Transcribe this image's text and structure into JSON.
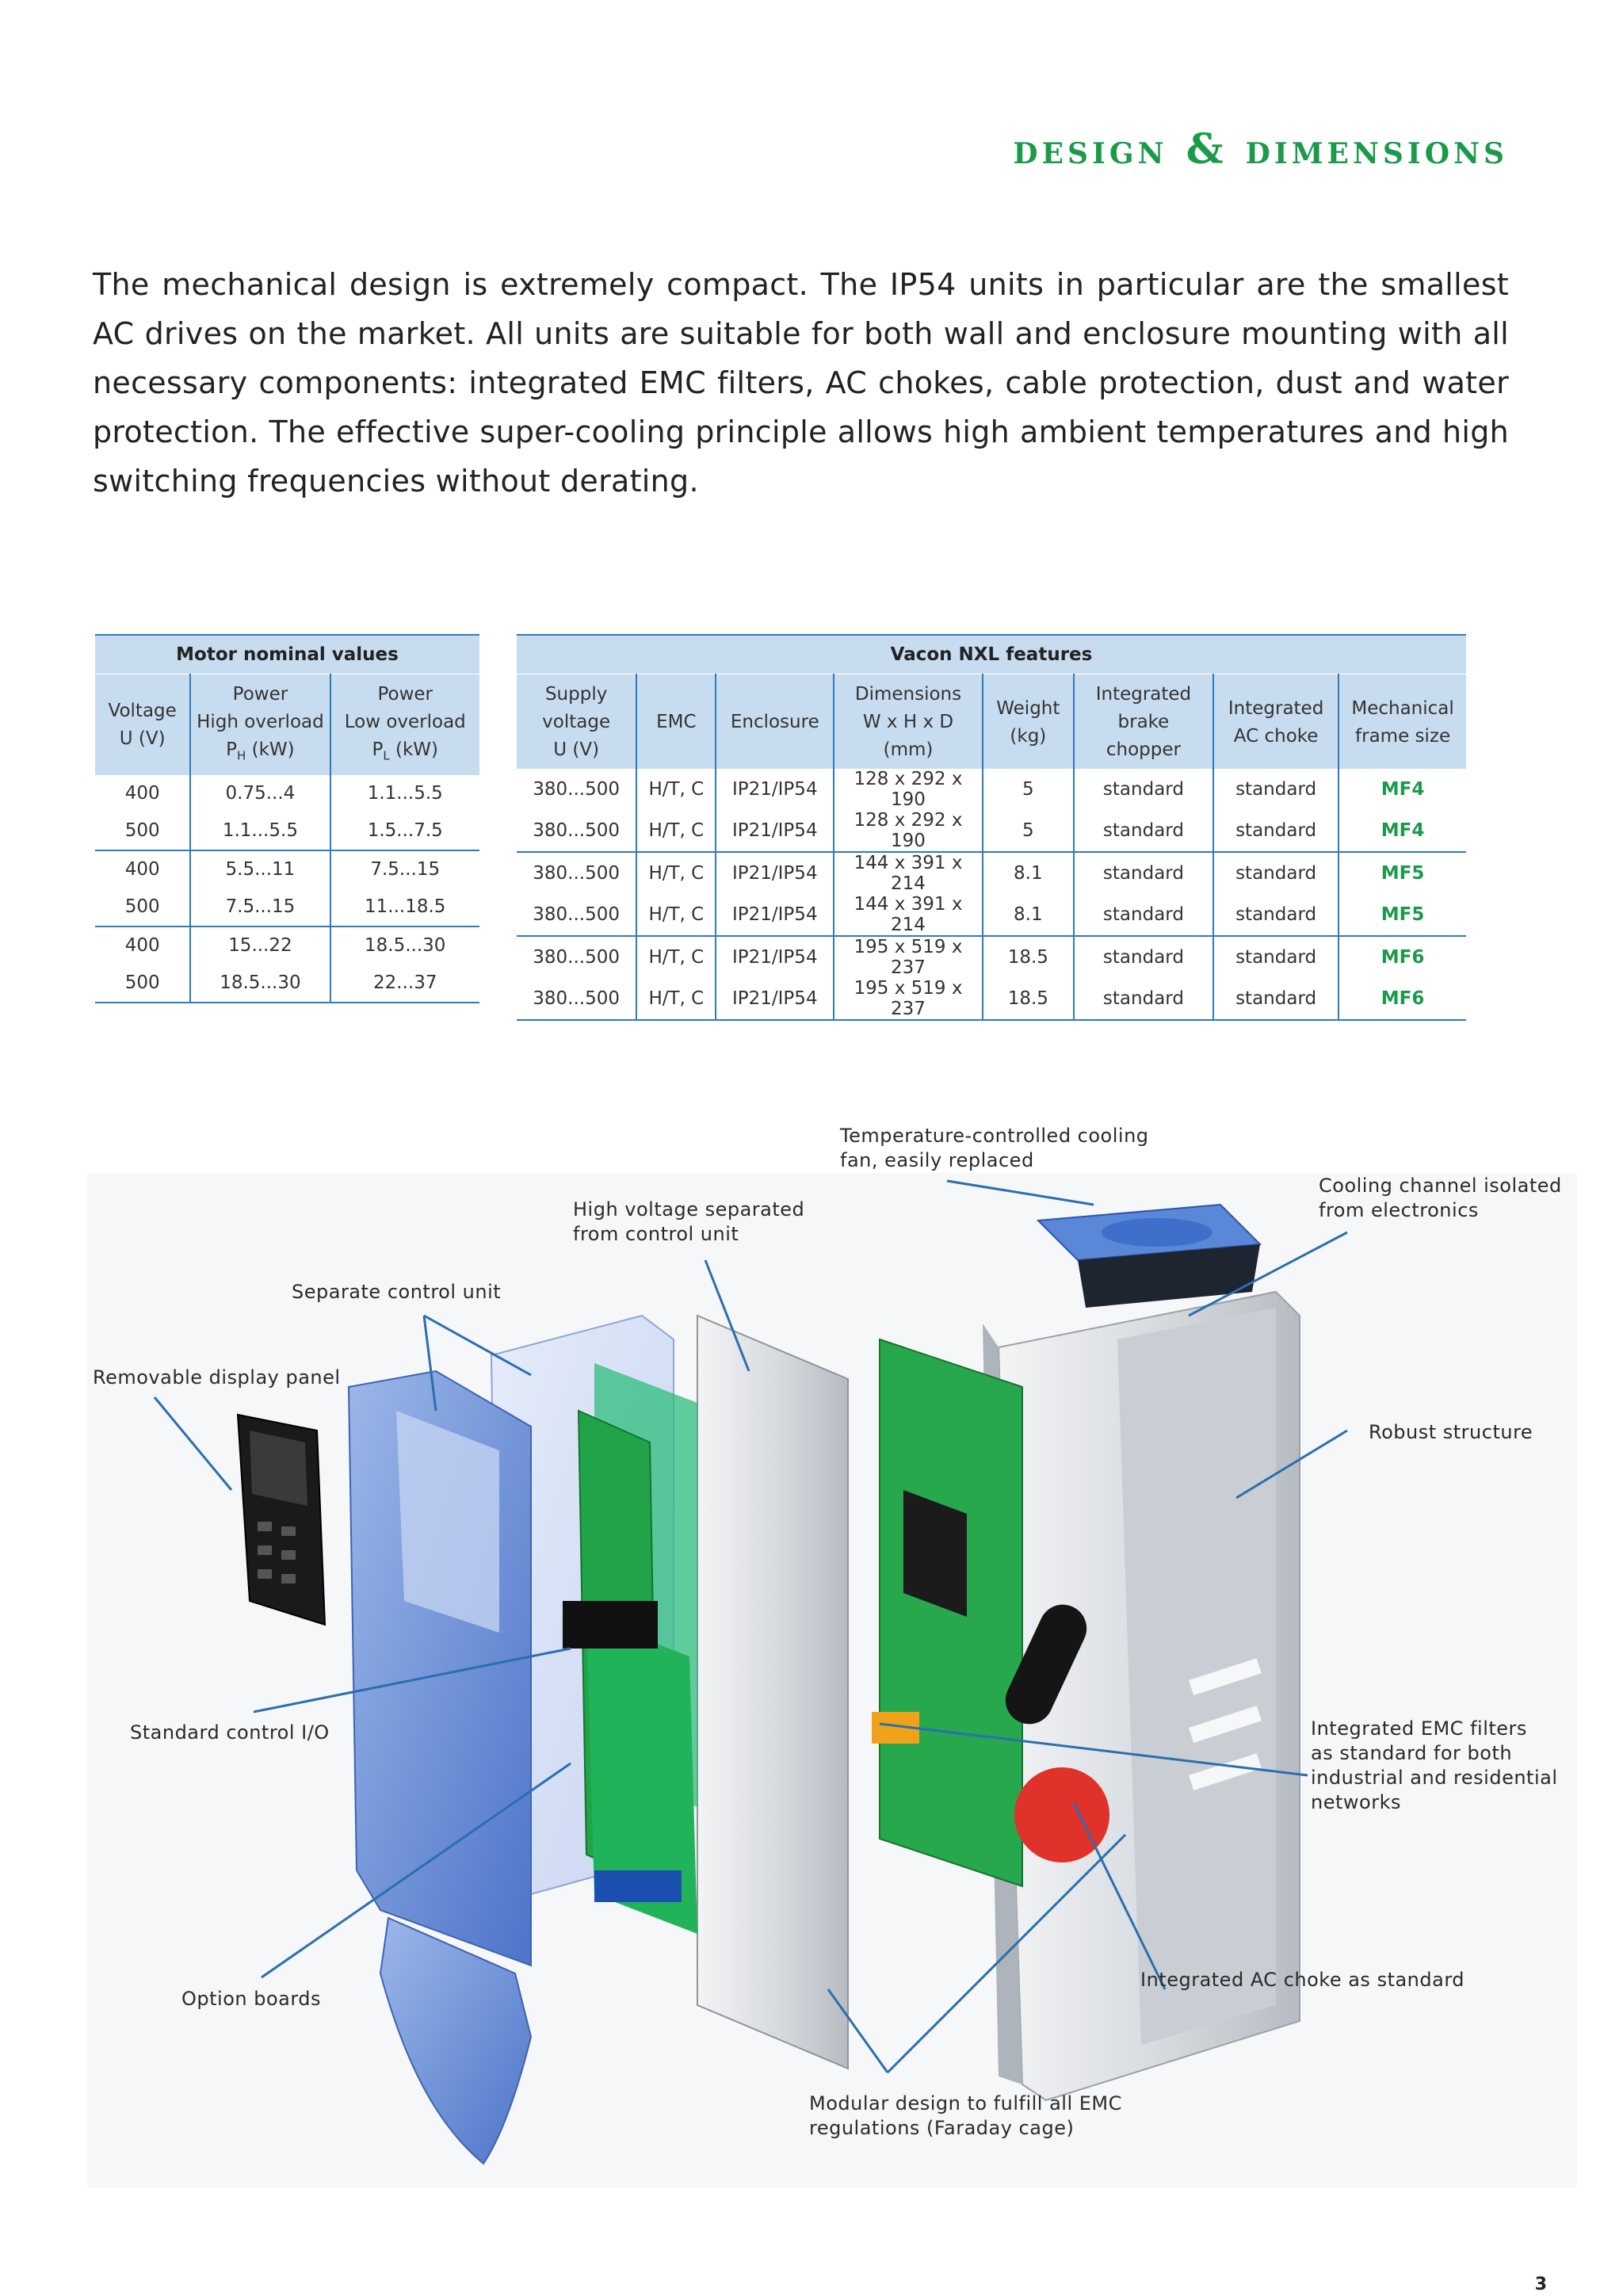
{
  "heading": "design & dimensions",
  "intro": "The mechanical design is extremely compact. The IP54 units in particular are the smallest AC drives on the market. All units are suitable for both wall and enclosure mounting with all necessary components: integrated EMC filters, AC chokes, cable protection, dust and water protection. The effective super-cooling principle allows high ambient temperatures and high switching frequencies without derating.",
  "motor_table": {
    "title": "Motor nominal values",
    "headers": {
      "voltage": [
        "Voltage",
        "U (V)"
      ],
      "power_high": [
        "Power",
        "High overload",
        "P",
        "H",
        " (kW)"
      ],
      "power_low": [
        "Power",
        "Low overload",
        "P",
        "L",
        " (kW)"
      ]
    },
    "rows": [
      [
        "400",
        "0.75...4",
        "1.1...5.5"
      ],
      [
        "500",
        "1.1...5.5",
        "1.5...7.5"
      ],
      [
        "400",
        "5.5...11",
        "7.5...15"
      ],
      [
        "500",
        "7.5...15",
        "11...18.5"
      ],
      [
        "400",
        "15...22",
        "18.5...30"
      ],
      [
        "500",
        "18.5...30",
        "22...37"
      ]
    ]
  },
  "nxl_table": {
    "title": "Vacon NXL features",
    "headers": [
      [
        "Supply",
        "voltage",
        "U (V)"
      ],
      [
        "EMC"
      ],
      [
        "Enclosure"
      ],
      [
        "Dimensions",
        "W x H x D (mm)"
      ],
      [
        "Weight",
        "(kg)"
      ],
      [
        "Integrated",
        "brake chopper"
      ],
      [
        "Integrated",
        "AC choke"
      ],
      [
        "Mechanical",
        "frame size"
      ]
    ],
    "rows": [
      [
        "380...500",
        "H/T, C",
        "IP21/IP54",
        "128 x 292 x 190",
        "5",
        "standard",
        "standard",
        "MF4"
      ],
      [
        "380...500",
        "H/T, C",
        "IP21/IP54",
        "128 x 292 x 190",
        "5",
        "standard",
        "standard",
        "MF4"
      ],
      [
        "380...500",
        "H/T, C",
        "IP21/IP54",
        "144 x 391 x 214",
        "8.1",
        "standard",
        "standard",
        "MF5"
      ],
      [
        "380...500",
        "H/T, C",
        "IP21/IP54",
        "144 x 391 x 214",
        "8.1",
        "standard",
        "standard",
        "MF5"
      ],
      [
        "380...500",
        "H/T, C",
        "IP21/IP54",
        "195 x 519 x 237",
        "18.5",
        "standard",
        "standard",
        "MF6"
      ],
      [
        "380...500",
        "H/T, C",
        "IP21/IP54",
        "195 x 519 x 237",
        "18.5",
        "standard",
        "standard",
        "MF6"
      ]
    ]
  },
  "callouts": {
    "cooling_fan": [
      "Temperature-controlled cooling",
      "fan, easily replaced"
    ],
    "cooling_channel": [
      "Cooling channel isolated",
      "from electronics"
    ],
    "high_voltage": [
      "High voltage separated",
      "from control unit"
    ],
    "control_unit": [
      "Separate control unit"
    ],
    "display_panel": [
      "Removable display panel"
    ],
    "robust_structure": [
      "Robust structure"
    ],
    "control_io": [
      "Standard control I/O"
    ],
    "emc_filters": [
      "Integrated EMC filters",
      "as standard for both",
      "industrial and residential",
      "networks"
    ],
    "ac_choke": [
      "Integrated AC choke as standard"
    ],
    "option_boards": [
      "Option boards"
    ],
    "modular_design": [
      "Modular design to fulfill all EMC",
      "regulations (Faraday cage)"
    ]
  },
  "colors": {
    "accent_green": "#1b9a4a",
    "table_blue": "#2e7bbf",
    "table_header_bg": "#c8dcf0",
    "leader_line": "#2a6fb0"
  },
  "page_number": "3"
}
